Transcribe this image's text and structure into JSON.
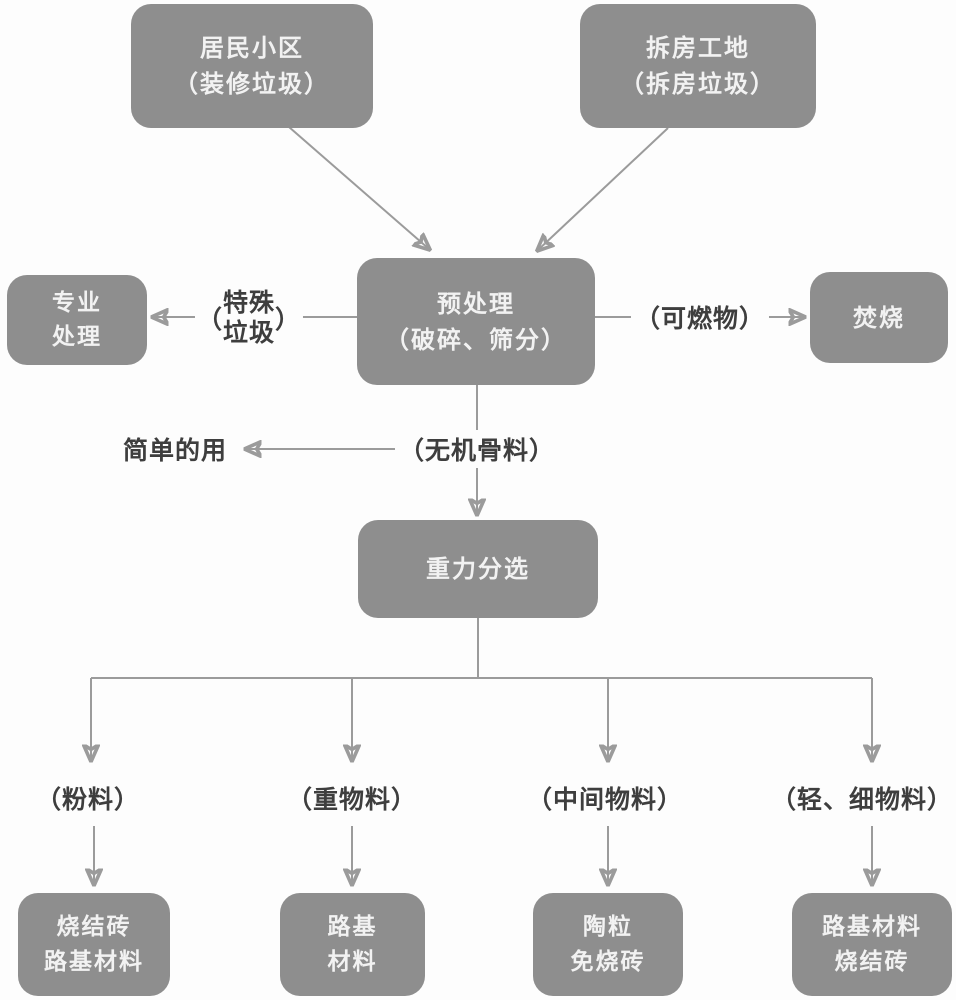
{
  "colors": {
    "box": "#8e8e8e",
    "box_text": "#f2f2f2",
    "arrow": "#9b9b9b",
    "label_text": "#3e3e3e",
    "background": "#fdfdfd"
  },
  "nodes": {
    "residential": {
      "line1": "居民小区",
      "line2": "（装修垃圾）"
    },
    "demolition": {
      "line1": "拆房工地",
      "line2": "（拆房垃圾）"
    },
    "pretreatment": {
      "line1": "预处理",
      "line2": "（破碎、筛分）"
    },
    "professional_treatment": {
      "line1": "专业",
      "line2": "处理"
    },
    "incineration": {
      "line1": "焚烧"
    },
    "gravity_separation": {
      "line1": "重力分选"
    },
    "sintered_brick_roadbed": {
      "line1": "烧结砖",
      "line2": "路基材料"
    },
    "roadbed_material": {
      "line1": "路基",
      "line2": "材料"
    },
    "ceramsite_brick": {
      "line1": "陶粒",
      "line2": "免烧砖"
    },
    "roadbed_sintered_brick": {
      "line1": "路基材料",
      "line2": "烧结砖"
    }
  },
  "edge_labels": {
    "special_waste": {
      "open": "（",
      "line1": "特殊",
      "line2": "垃圾",
      "close": "）"
    },
    "combustible": "（可燃物）",
    "inorganic_aggregate": "（无机骨料）",
    "simple_use": "简单的用",
    "powder": "（粉料）",
    "heavy_material": "（重物料）",
    "intermediate_material": "（中间物料）",
    "light_fine_material": "（轻、细物料）"
  }
}
